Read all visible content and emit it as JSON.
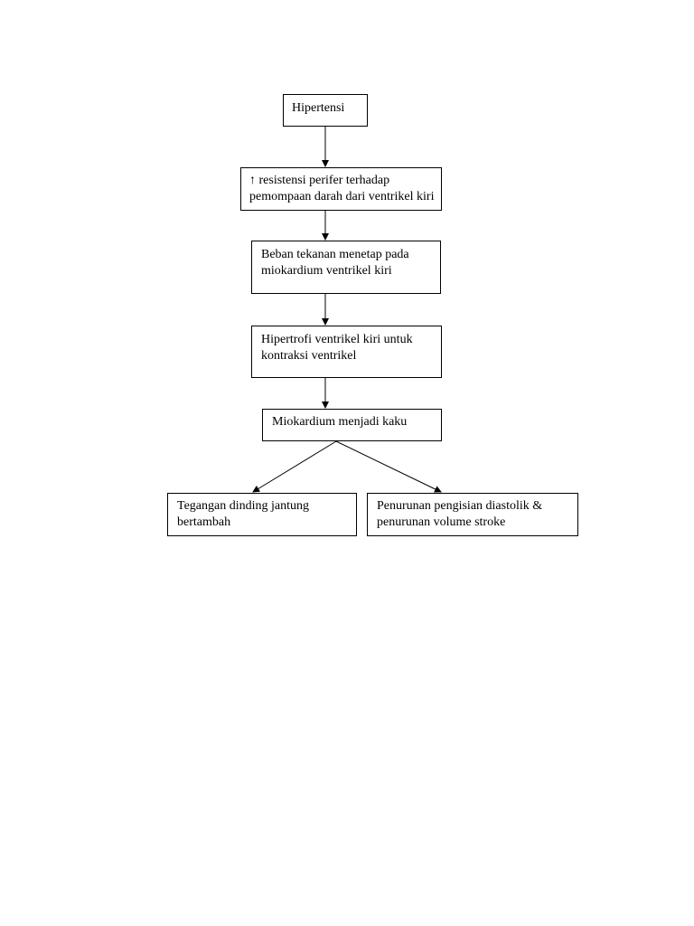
{
  "diagram": {
    "nodes": [
      {
        "id": "n1",
        "label": "Hipertensi"
      },
      {
        "id": "n2",
        "label": "↑ resistensi perifer terhadap pemompaan darah dari ventrikel kiri"
      },
      {
        "id": "n3",
        "label": "Beban tekanan menetap pada miokardium ventrikel kiri"
      },
      {
        "id": "n4",
        "label": "Hipertrofi ventrikel kiri untuk kontraksi ventrikel"
      },
      {
        "id": "n5",
        "label": "Miokardium menjadi kaku"
      },
      {
        "id": "n6",
        "label": "Tegangan dinding jantung bertambah"
      },
      {
        "id": "n7",
        "label": "Penurunan pengisian diastolik & penurunan volume stroke"
      }
    ],
    "edges": [
      {
        "from": "n1",
        "to": "n2"
      },
      {
        "from": "n2",
        "to": "n3"
      },
      {
        "from": "n3",
        "to": "n4"
      },
      {
        "from": "n4",
        "to": "n5"
      },
      {
        "from": "n5",
        "to": "n6"
      },
      {
        "from": "n5",
        "to": "n7"
      }
    ],
    "line_color": "#000000"
  }
}
